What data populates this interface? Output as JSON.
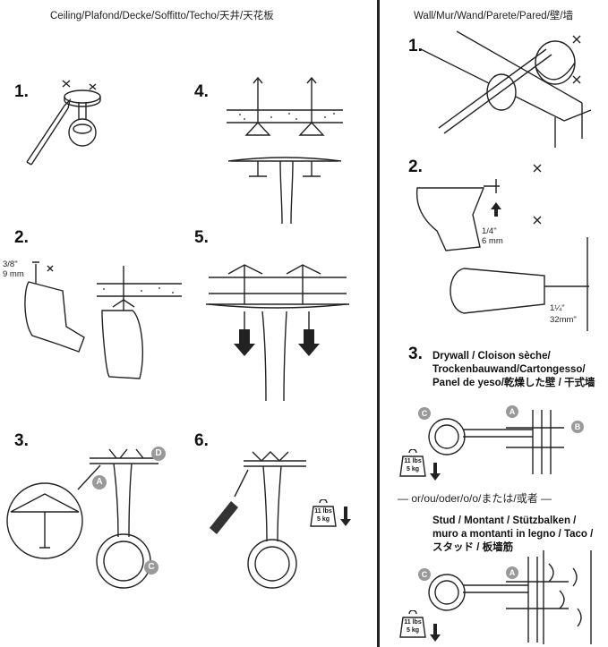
{
  "headers": {
    "ceiling": "Ceiling/Plafond/Decke/Soffitto/Techo/天井/天花板",
    "wall": "Wall/Mur/Wand/Parete/Pared/壁/墙"
  },
  "ceiling_steps": [
    "1.",
    "2.",
    "3.",
    "4.",
    "5.",
    "6."
  ],
  "wall_steps": [
    "1.",
    "2.",
    "3."
  ],
  "drill_ceiling": {
    "size_in": "3/8\"",
    "size_mm": "9 mm"
  },
  "drill_wall": {
    "size_in": "1/4\"",
    "size_mm": "6 mm",
    "depth_in": "1¼\"",
    "depth_mm": "32mm\""
  },
  "callouts": {
    "a": "A",
    "b": "B",
    "c": "C",
    "d": "D"
  },
  "weight": {
    "lbs": "11 lbs",
    "kg": "5 kg"
  },
  "drywall_lines": [
    "Drywall / Cloison sèche/",
    "Trockenbauwand/Cartongesso/",
    "Panel de yeso/乾燥した壁 / 干式墙"
  ],
  "separator": "— or/ou/oder/o/o/または/或者 —",
  "stud_lines": [
    "Stud / Montant / Stützbalken /",
    "muro a montanti in legno / Taco /",
    "スタッド / 板墙筋"
  ]
}
